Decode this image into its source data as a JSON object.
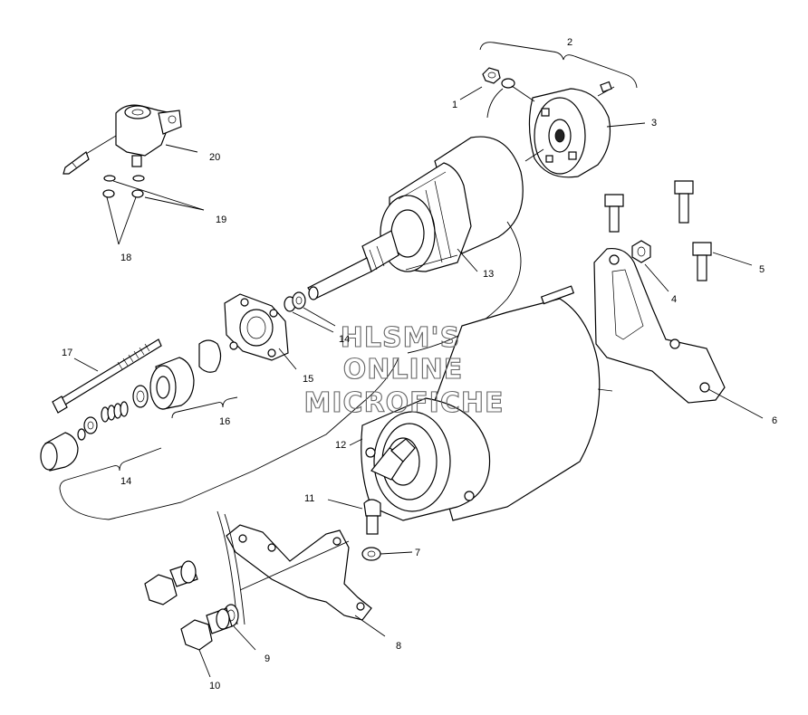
{
  "watermark": [
    "HLSM'S",
    "ONLINE",
    "MICROFICHE"
  ],
  "callouts": {
    "c1": "1",
    "c2": "2",
    "c3": "3",
    "c4": "4",
    "c5": "5",
    "c6": "6",
    "c7": "7",
    "c8": "8",
    "c9": "9",
    "c10": "10",
    "c11": "11",
    "c12": "12",
    "c13": "13",
    "c14a": "14",
    "c14b": "14",
    "c15": "15",
    "c16": "16",
    "c17": "17",
    "c18": "18",
    "c19": "19",
    "c20": "20"
  }
}
